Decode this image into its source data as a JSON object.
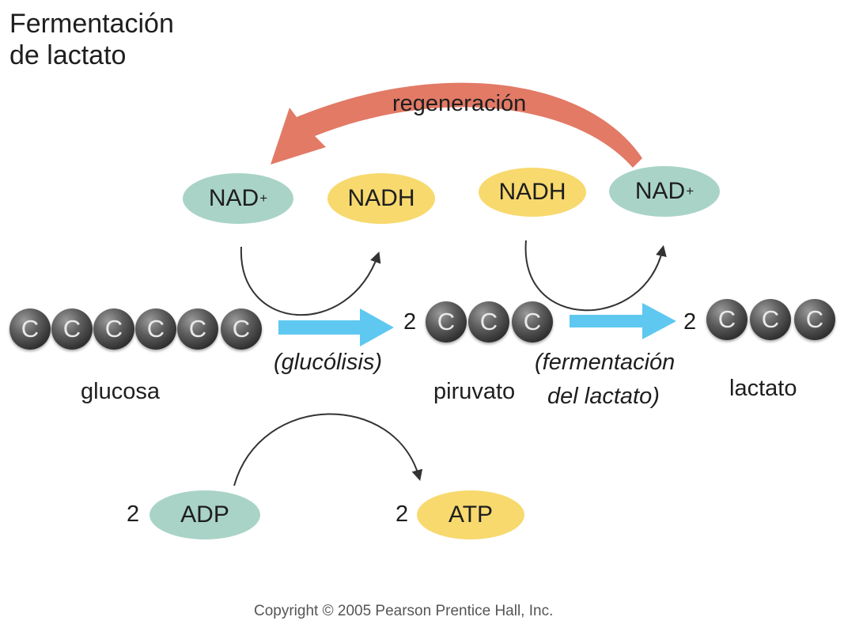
{
  "title": {
    "line1": "Fermentación",
    "line2": "de lactato"
  },
  "regeneration_label": "regeneración",
  "cofactors": {
    "nad_left": {
      "base": "NAD",
      "sup": "+"
    },
    "nadh_left": "NADH",
    "nadh_right": "NADH",
    "nad_right": {
      "base": "NAD",
      "sup": "+"
    },
    "adp": "ADP",
    "atp": "ATP"
  },
  "carbon_atom": "C",
  "molecules": {
    "glucose": {
      "label": "glucosa",
      "carbons": 6
    },
    "pyruvate": {
      "label": "piruvato",
      "coefficient": "2",
      "carbons": 3
    },
    "lactate": {
      "label": "lactato",
      "coefficient": "2",
      "carbons": 3
    }
  },
  "processes": {
    "glycolysis": "(glucólisis)",
    "fermentation_line1": "(fermentación",
    "fermentation_line2": "del lactato)"
  },
  "energy": {
    "adp_coefficient": "2",
    "atp_coefficient": "2"
  },
  "copyright": "Copyright © 2005 Pearson Prentice Hall, Inc.",
  "colors": {
    "nad": "#a9d3c7",
    "nadh": "#f7d96e",
    "regeneration_arrow": "#e27a66",
    "process_arrow": "#5ec8f0",
    "carbon": "#3a3a3a"
  }
}
